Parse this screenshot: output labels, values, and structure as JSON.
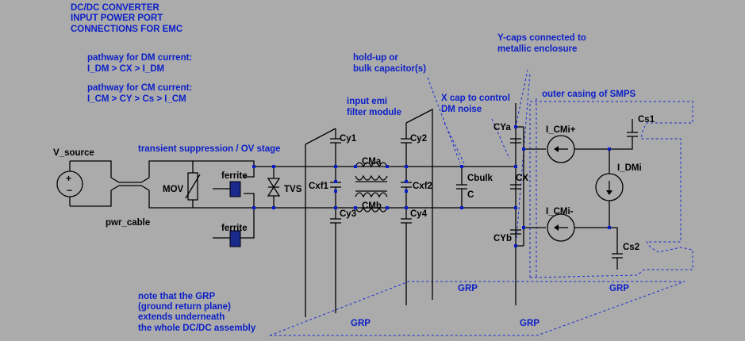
{
  "title_lines": [
    "DC/DC CONVERTER",
    "INPUT POWER PORT",
    "CONNECTIONS FOR EMC"
  ],
  "dm_pathway": {
    "heading": "pathway for DM current:",
    "path": "I_DM > CX > I_DM"
  },
  "cm_pathway": {
    "heading": "pathway for CM current:",
    "path": "I_CM > CY > Cs > I_CM"
  },
  "notes": {
    "transient": "transient suppression / OV stage",
    "holdup": [
      "hold-up or",
      "bulk capacitor(s)"
    ],
    "emi": [
      "input emi",
      "filter module"
    ],
    "xcap": [
      "X cap to control",
      "DM noise"
    ],
    "ycaps": [
      "Y-caps connected to",
      "metallic enclosure"
    ],
    "casing": "outer casing of SMPS",
    "grp_note": [
      "note that the GRP",
      "(ground return plane)",
      "extends underneath",
      "the whole DC/DC assembly"
    ]
  },
  "components": {
    "vsource": "V_source",
    "cable": "pwr_cable",
    "mov": "MOV",
    "ferrite_top": "ferrite",
    "ferrite_bottom": "ferrite",
    "tvs": "TVS",
    "cy1": "Cy1",
    "cxf1": "Cxf1",
    "cy3": "Cy3",
    "cma": "CMa",
    "cmb": "CMb",
    "cy2": "Cy2",
    "cxf2": "Cxf2",
    "cy4": "Cy4",
    "cbulk": "Cbulk",
    "c": "C",
    "cya": "CYa",
    "cx": "CX",
    "cyb": "CYb",
    "icmi_plus": "I_CMi+",
    "icmi_minus": "I_CMi-",
    "idmi": "I_DMi",
    "cs1": "Cs1",
    "cs2": "Cs2"
  },
  "grp_labels": [
    "GRP",
    "GRP",
    "GRP",
    "GRP"
  ],
  "colors": {
    "background": "#ababab",
    "label": "#0b1fc8",
    "wire": "#000000",
    "junction": "#0b1fc8"
  }
}
